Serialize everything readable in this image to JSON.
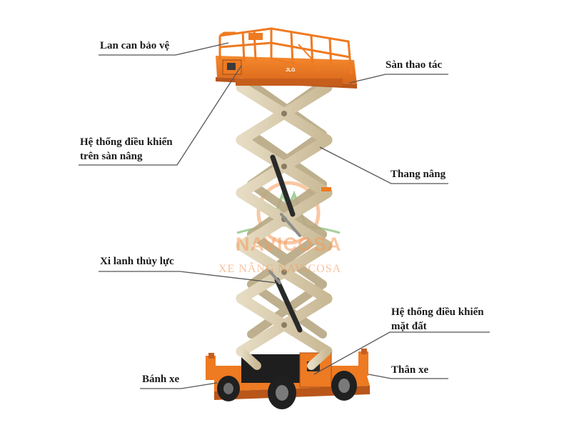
{
  "labels": {
    "guardrail": "Lan can bảo vệ",
    "platform": "Sàn thao tác",
    "platform_controls_line1": "Hệ thống điều khiển",
    "platform_controls_line2": "trên sàn nâng",
    "scissor_arms": "Thang nâng",
    "hydraulic_cylinder": "Xi lanh thủy lực",
    "ground_controls_line1": "Hệ thống điều khiển",
    "ground_controls_line2": "mặt đất",
    "wheels": "Bánh xe",
    "chassis": "Thân xe"
  },
  "watermark": {
    "brand": "NAVICOSA",
    "subtitle": "XE NÂNG NAVICOSA"
  },
  "colors": {
    "machine_orange": "#ee7a22",
    "arm_beige": "#d9ccb0",
    "tire_black": "#202020",
    "watermark_orange": "#f49a5a",
    "watermark_green": "#5aab4a",
    "leader_line": "#555555"
  }
}
